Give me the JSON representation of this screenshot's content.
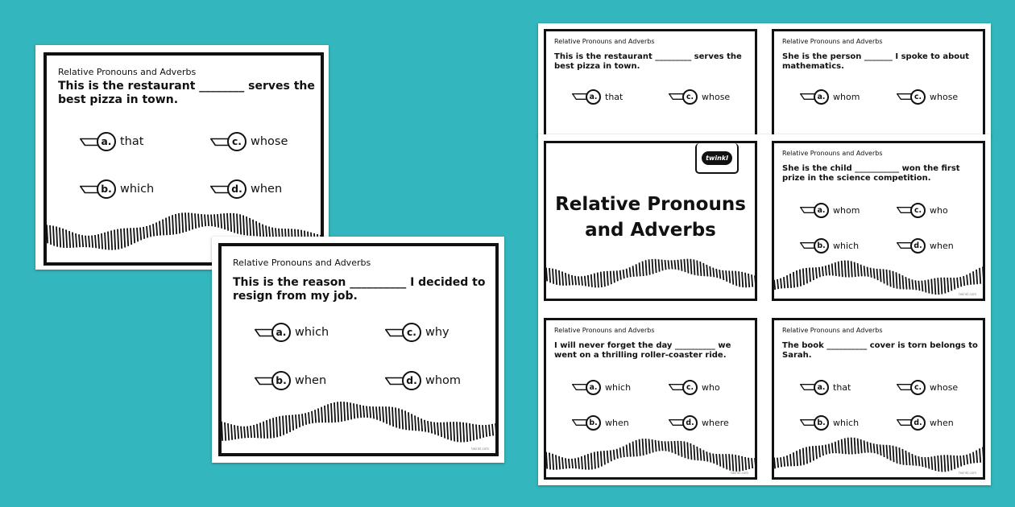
{
  "header_title": "Relative Pronouns and Adverbs",
  "title_card": {
    "title": "Relative Pronouns and Adverbs",
    "logo_text": "twinkl"
  },
  "footer_text": "twinkl.com",
  "cards": [
    {
      "question": "This is the restaurant ________ serves the best pizza in town.",
      "options": [
        {
          "letter": "a.",
          "text": "that"
        },
        {
          "letter": "c.",
          "text": "whose"
        },
        {
          "letter": "b.",
          "text": "which"
        },
        {
          "letter": "d.",
          "text": "when"
        }
      ]
    },
    {
      "question": "This is the reason __________ I decided to resign from my job.",
      "options": [
        {
          "letter": "a.",
          "text": "which"
        },
        {
          "letter": "c.",
          "text": "why"
        },
        {
          "letter": "b.",
          "text": "when"
        },
        {
          "letter": "d.",
          "text": "whom"
        }
      ]
    },
    {
      "question": "This is the restaurant _________ serves the best pizza in town.",
      "options": [
        {
          "letter": "a.",
          "text": "that"
        },
        {
          "letter": "c.",
          "text": "whose"
        }
      ]
    },
    {
      "question": "She is the person _______ I spoke to about mathematics.",
      "options": [
        {
          "letter": "a.",
          "text": "whom"
        },
        {
          "letter": "c.",
          "text": "whose"
        }
      ]
    },
    {
      "question": "She is the child ___________ won the first prize in the science competition.",
      "options": [
        {
          "letter": "a.",
          "text": "whom"
        },
        {
          "letter": "c.",
          "text": "who"
        },
        {
          "letter": "b.",
          "text": "which"
        },
        {
          "letter": "d.",
          "text": "when"
        }
      ]
    },
    {
      "question": "I will never forget the day __________ we went on a thrilling roller-coaster ride.",
      "options": [
        {
          "letter": "a.",
          "text": "which"
        },
        {
          "letter": "c.",
          "text": "who"
        },
        {
          "letter": "b.",
          "text": "when"
        },
        {
          "letter": "d.",
          "text": "where"
        }
      ]
    },
    {
      "question": "The book __________ cover is torn belongs to Sarah.",
      "options": [
        {
          "letter": "a.",
          "text": "that"
        },
        {
          "letter": "c.",
          "text": "whose"
        },
        {
          "letter": "b.",
          "text": "which"
        },
        {
          "letter": "d.",
          "text": "when"
        }
      ]
    }
  ]
}
